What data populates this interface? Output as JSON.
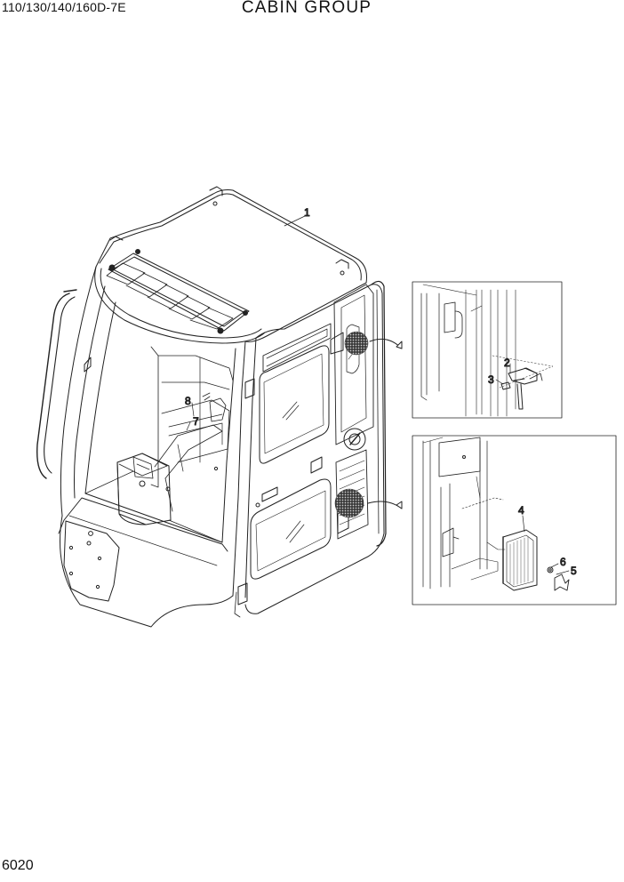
{
  "header": {
    "model": "110/130/140/160D-7E",
    "title": "CABIN GROUP"
  },
  "footer": {
    "page_number": "6020"
  },
  "callouts": [
    "1",
    "2",
    "3",
    "4",
    "5",
    "6",
    "7",
    "8"
  ]
}
